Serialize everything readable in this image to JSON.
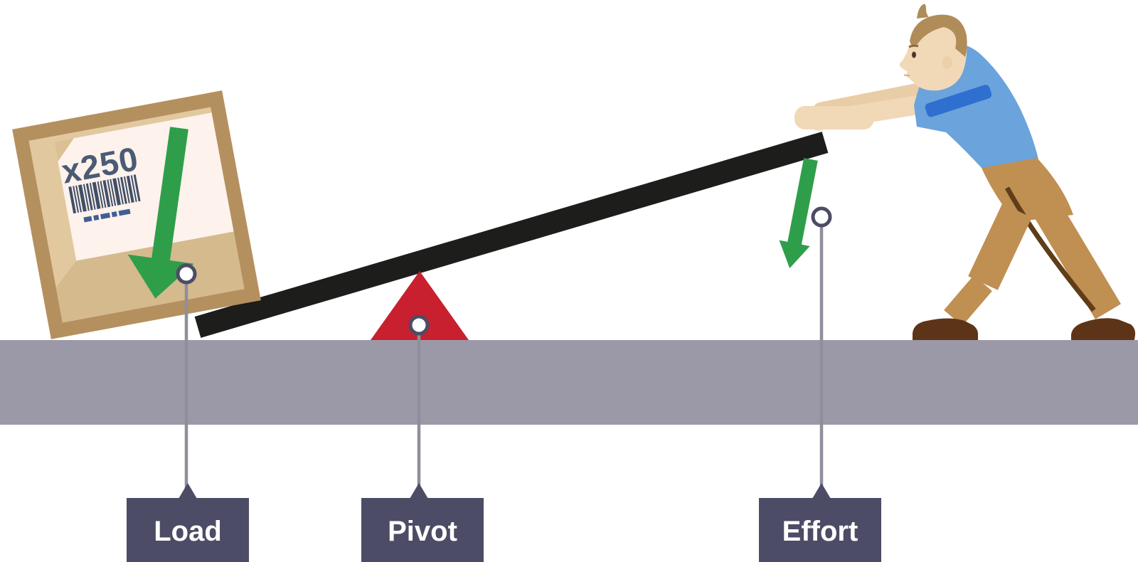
{
  "scene": {
    "type": "physics-lever-diagram",
    "description": "A man pushes down on one end of a lever resting on a triangular pivot to raise a heavy boxed load on the other end."
  },
  "load": {
    "label": "Load",
    "box_quantity": "x250"
  },
  "pivot": {
    "label": "Pivot"
  },
  "effort": {
    "label": "Effort"
  },
  "icons": [
    "load-force-down-arrow-icon",
    "effort-force-down-arrow-icon",
    "barcode-icon"
  ],
  "colors": {
    "background": "#ffffff",
    "ground": "#9b99a8",
    "lever_bar": "#1d1d1b",
    "pivot_triangle": "#c8202e",
    "force_arrow_green": "#2f9e4a",
    "label_tag_bg": "#4d4c66",
    "label_tag_text": "#ffffff",
    "connector_line": "#8f8e9c",
    "marker_ring": "#4c4c66",
    "marker_fill": "#ffffff",
    "box_frame": "#b5905f",
    "box_panel": "#e2c89f",
    "box_flap_shadow": "#d5ba8e",
    "sticker_bg": "#fdf2ec",
    "sticker_text": "#4b5b74",
    "barcode": "#414f68",
    "barcode_caption": "#3f5f94",
    "shirt": "#6ba3dc",
    "shirt_trim": "#2e6fd0",
    "skin": "#f1d8b7",
    "skin_shadow": "#e9cda6",
    "hair": "#b08c58",
    "trousers": "#c08f52",
    "trouser_shadow": "#5f3d18",
    "shoes": "#5e3418"
  }
}
